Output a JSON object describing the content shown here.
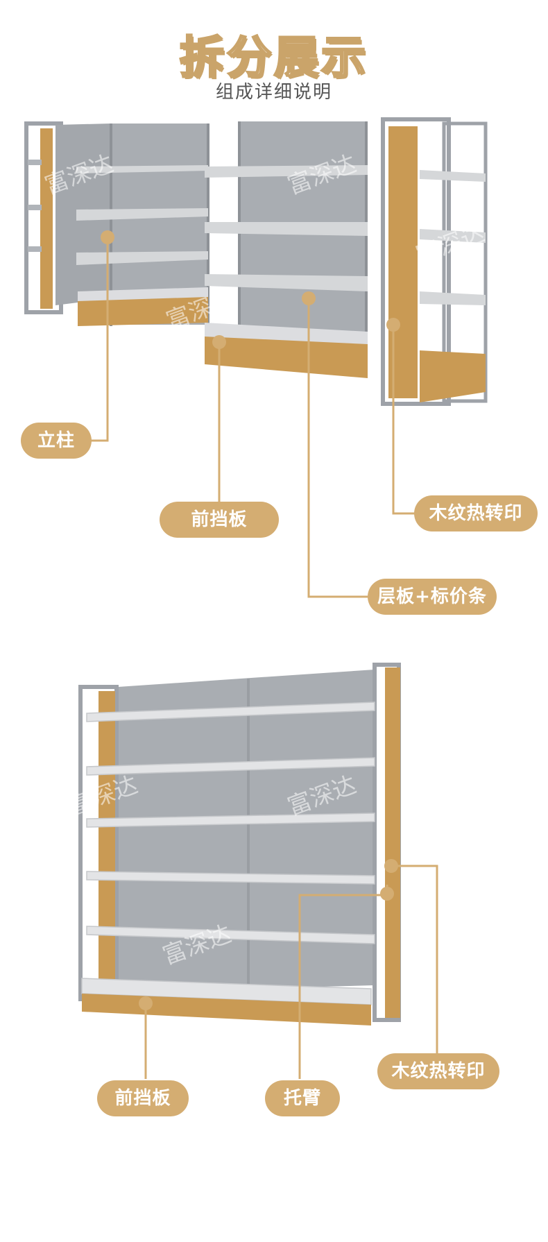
{
  "header": {
    "title": "拆分展示",
    "subtitle": "组成详细说明"
  },
  "watermark": "富深达",
  "colors": {
    "accent": "#d4ad72",
    "wood": "#c99a54",
    "metal": "#9ea2a8",
    "panel": "#a7abb0"
  },
  "top_callouts": {
    "upright": "立柱",
    "front_board": "前挡板",
    "wood_print": "木纹热转印",
    "shelf_price": "层板+标价条"
  },
  "bottom_callouts": {
    "front_board": "前挡板",
    "bracket": "托臂",
    "wood_print": "木纹热转印"
  }
}
